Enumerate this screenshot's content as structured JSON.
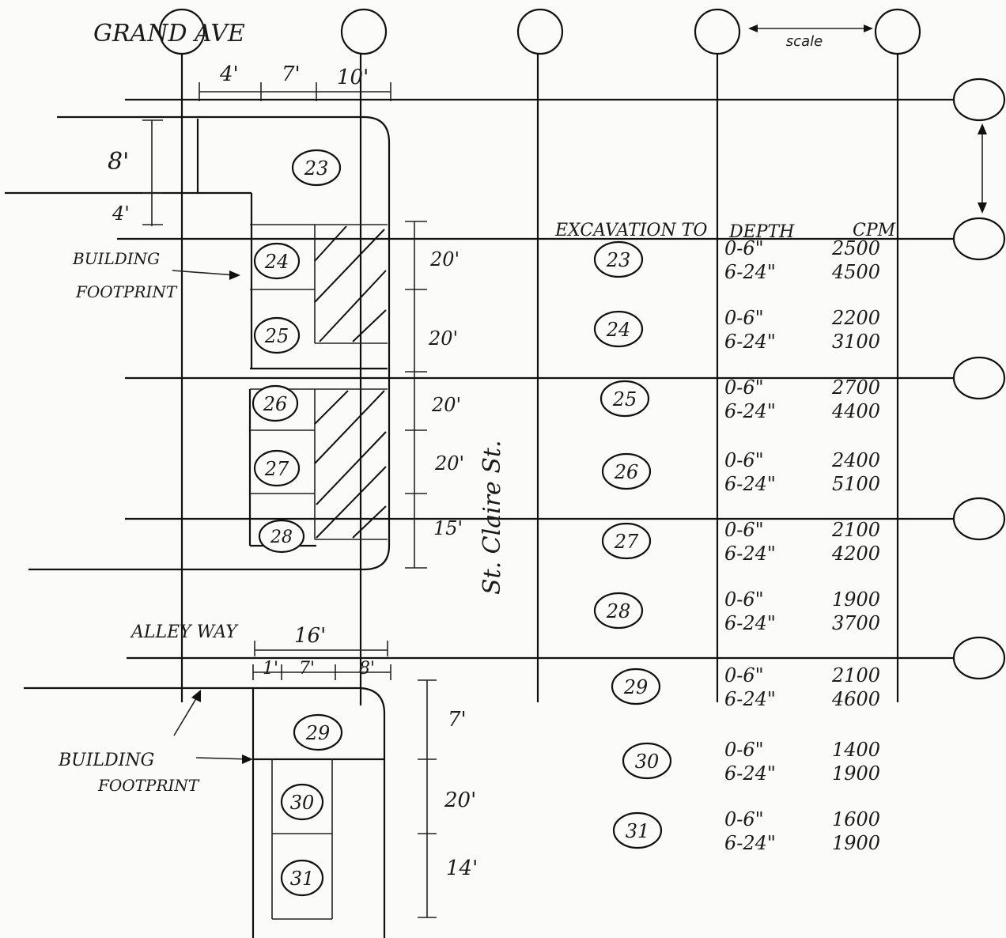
{
  "street_top": "GRAND AVE",
  "street_side": "St. Claire St.",
  "alley": "ALLEY WAY",
  "scale": {
    "label": "scale"
  },
  "building_label_1": [
    "BUILDING",
    "FOOTPRINT"
  ],
  "building_label_2": [
    "BUILDING",
    "FOOTPRINT"
  ],
  "dims_top": {
    "d4": "4'",
    "d7": "7'",
    "d10": "10'",
    "d8": "8'",
    "d4v": "4'",
    "v1": "20'",
    "v2": "20'",
    "v3": "20'",
    "v4": "20'",
    "v5": "15'"
  },
  "dims_bottom": {
    "d16": "16'",
    "d1": "1'",
    "d7": "7'",
    "d8": "8'",
    "v1": "7'",
    "v2": "20'",
    "v3": "14'"
  },
  "bubbles": {
    "b23": "23",
    "b24": "24",
    "b25": "25",
    "b26": "26",
    "b27": "27",
    "b28": "28",
    "b29": "29",
    "b30": "30",
    "b31": "31"
  },
  "table": {
    "headers": [
      "EXCAVATION TO",
      "DEPTH",
      "CPM"
    ],
    "rows": [
      {
        "id": "23",
        "depths": [
          "0-6\"",
          "6-24\""
        ],
        "cpm": [
          "2500",
          "4500"
        ]
      },
      {
        "id": "24",
        "depths": [
          "0-6\"",
          "6-24\""
        ],
        "cpm": [
          "2200",
          "3100"
        ]
      },
      {
        "id": "25",
        "depths": [
          "0-6\"",
          "6-24\""
        ],
        "cpm": [
          "2700",
          "4400"
        ]
      },
      {
        "id": "26",
        "depths": [
          "0-6\"",
          "6-24\""
        ],
        "cpm": [
          "2400",
          "5100"
        ]
      },
      {
        "id": "27",
        "depths": [
          "0-6\"",
          "6-24\""
        ],
        "cpm": [
          "2100",
          "4200"
        ]
      },
      {
        "id": "28",
        "depths": [
          "0-6\"",
          "6-24\""
        ],
        "cpm": [
          "1900",
          "3700"
        ]
      },
      {
        "id": "29",
        "depths": [
          "0-6\"",
          "6-24\""
        ],
        "cpm": [
          "2100",
          "4600"
        ]
      },
      {
        "id": "30",
        "depths": [
          "0-6\"",
          "6-24\""
        ],
        "cpm": [
          "1400",
          "1900"
        ]
      },
      {
        "id": "31",
        "depths": [
          "0-6\"",
          "6-24\""
        ],
        "cpm": [
          "1600",
          "1900"
        ]
      }
    ]
  }
}
